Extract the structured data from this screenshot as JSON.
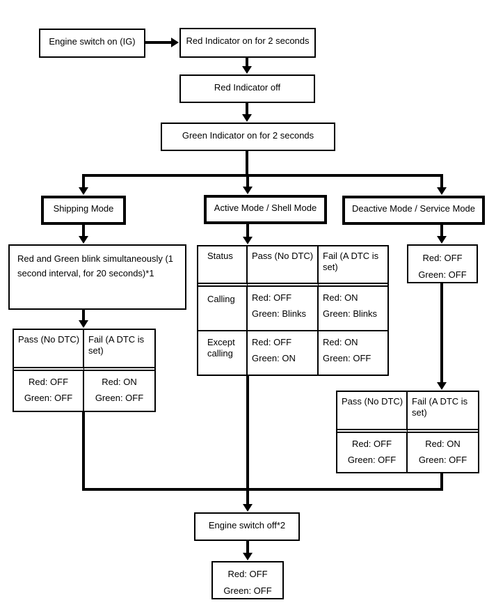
{
  "colors": {
    "line": "#000000",
    "background": "#ffffff",
    "text": "#000000"
  },
  "flow": {
    "engine_switch_on": "Engine switch on (IG)",
    "red_indicator_on": "Red Indicator on for 2 seconds",
    "red_indicator_off": "Red Indicator off",
    "green_indicator_on": "Green Indicator on for 2 seconds",
    "shipping_mode": "Shipping Mode",
    "active_mode": "Active Mode / Shell Mode",
    "deactive_mode": "Deactive Mode / Service Mode",
    "blink_note": "Red and Green blink simultaneously (1 second interval, for 20 seconds)*1",
    "deactive_state": [
      "Red: OFF",
      "Green: OFF"
    ],
    "engine_switch_off": "Engine switch off*2",
    "final_state": [
      "Red: OFF",
      "Green: OFF"
    ]
  },
  "shipping_table": {
    "headers": [
      "Pass (No DTC)",
      "Fail (A DTC is set)"
    ],
    "pass_lines": [
      "Red: OFF",
      "Green: OFF"
    ],
    "fail_lines": [
      "Red: ON",
      "Green: OFF"
    ]
  },
  "active_table": {
    "corner": "Status",
    "headers": [
      "Pass (No DTC)",
      "Fail (A DTC is set)"
    ],
    "rows": [
      {
        "label": "Calling",
        "pass": [
          "Red: OFF",
          "Green: Blinks"
        ],
        "fail": [
          "Red: ON",
          "Green: Blinks"
        ]
      },
      {
        "label": "Except calling",
        "pass": [
          "Red: OFF",
          "Green: ON"
        ],
        "fail": [
          "Red: ON",
          "Green: OFF"
        ]
      }
    ]
  },
  "deactive_table": {
    "headers": [
      "Pass (No DTC)",
      "Fail (A DTC is set)"
    ],
    "pass_lines": [
      "Red: OFF",
      "Green: OFF"
    ],
    "fail_lines": [
      "Red: ON",
      "Green: OFF"
    ]
  }
}
